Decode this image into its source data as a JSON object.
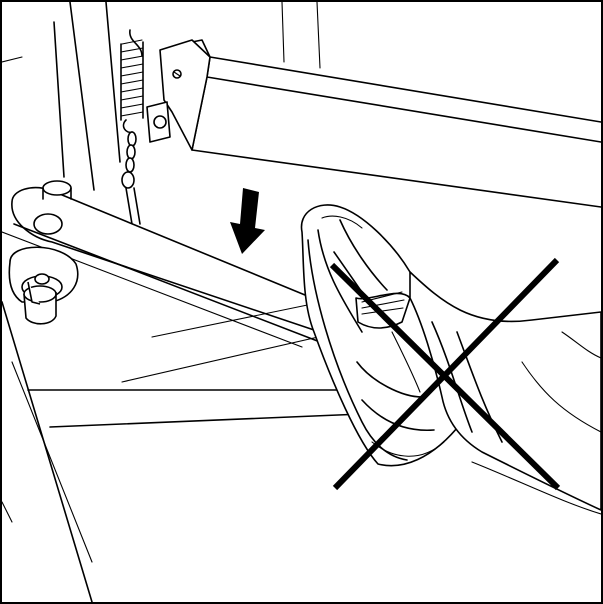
{
  "figure": {
    "kind": "technical-illustration",
    "subject": "knee-lifter-bar-with-foot",
    "prohibition_mark": "x-mark",
    "direction_arrow": "down",
    "colors": {
      "ink": "#000000",
      "paper": "#ffffff"
    }
  }
}
